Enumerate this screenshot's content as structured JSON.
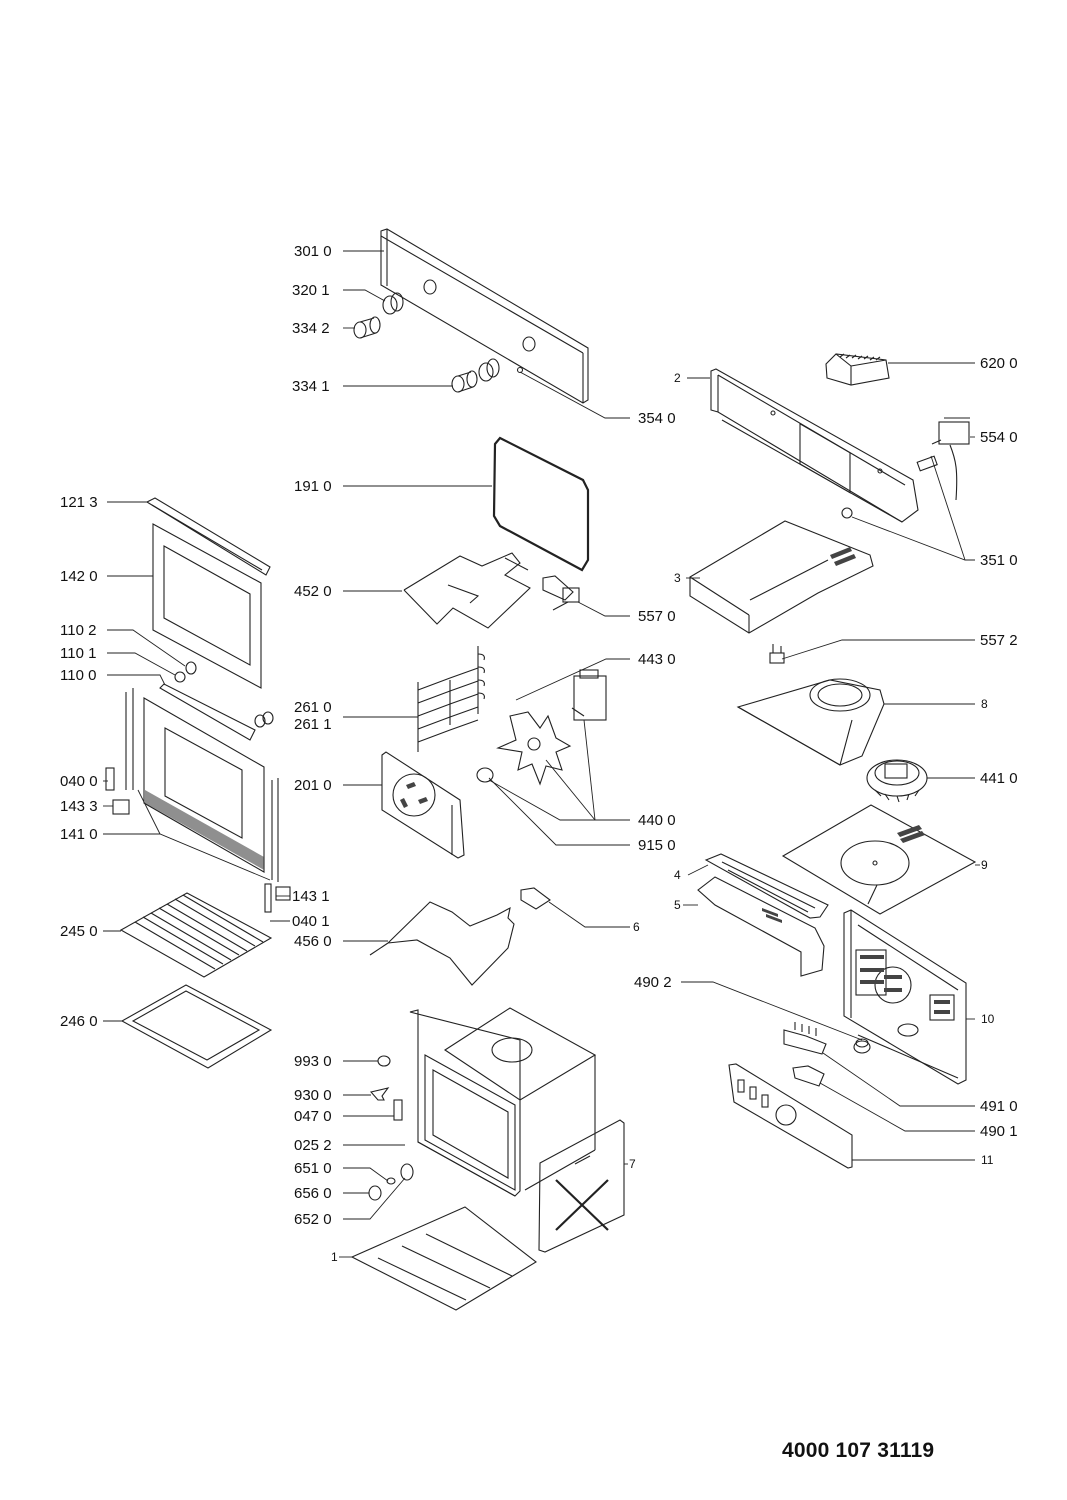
{
  "document": {
    "type": "exploded parts diagram",
    "document_number": "4000 107 31119"
  },
  "parts": [
    {
      "id": "top-panel",
      "label": "301 0"
    },
    {
      "id": "knob-bezel",
      "label": "320 1"
    },
    {
      "id": "knob-upper",
      "label": "334 2"
    },
    {
      "id": "knob-lower",
      "label": "334 1"
    },
    {
      "id": "indicator-lamp",
      "label": "354 0"
    },
    {
      "id": "control-bracket",
      "label": "2"
    },
    {
      "id": "selector-switch",
      "label": "620 0"
    },
    {
      "id": "thermostat",
      "label": "554 0"
    },
    {
      "id": "signal-lamps",
      "label": "351 0"
    },
    {
      "id": "door-gasket",
      "label": "191 0"
    },
    {
      "id": "door-top-profile",
      "label": "121 3"
    },
    {
      "id": "inner-glass",
      "label": "142 0"
    },
    {
      "id": "glass-spacer-2",
      "label": "110 2"
    },
    {
      "id": "glass-spacer-1",
      "label": "110 1"
    },
    {
      "id": "glass-spacer-0",
      "label": "110 0"
    },
    {
      "id": "grill-element",
      "label": "452 0"
    },
    {
      "id": "safety-thermostat",
      "label": "557 0"
    },
    {
      "id": "cover-plate",
      "label": "3"
    },
    {
      "id": "thermal-cutout",
      "label": "557 2"
    },
    {
      "id": "fan-motor",
      "label": "443 0"
    },
    {
      "id": "fan-housing",
      "label": "8"
    },
    {
      "id": "shelf-supports-a",
      "label": "261 0"
    },
    {
      "id": "shelf-supports-b",
      "label": "261 1"
    },
    {
      "id": "cooling-fan",
      "label": "441 0"
    },
    {
      "id": "hinge-left",
      "label": "040 0"
    },
    {
      "id": "hinge-receiver-left",
      "label": "143 3"
    },
    {
      "id": "outer-door-glass",
      "label": "141 0"
    },
    {
      "id": "rear-fan-cover",
      "label": "201 0"
    },
    {
      "id": "fan-blade",
      "label": "440 0"
    },
    {
      "id": "fan-nut",
      "label": "915 0"
    },
    {
      "id": "top-plate",
      "label": "9"
    },
    {
      "id": "deflector",
      "label": "4"
    },
    {
      "id": "deflector-bracket",
      "label": "5"
    },
    {
      "id": "hinge-receiver-right",
      "label": "143 1"
    },
    {
      "id": "hinge-right",
      "label": "040 1"
    },
    {
      "id": "wire-shelf",
      "label": "245 0"
    },
    {
      "id": "bottom-element",
      "label": "456 0"
    },
    {
      "id": "element-bracket",
      "label": "6"
    },
    {
      "id": "baking-tray",
      "label": "246 0"
    },
    {
      "id": "rear-panel",
      "label": "10"
    },
    {
      "id": "knob-control",
      "label": "490 2"
    },
    {
      "id": "oven-cavity",
      "label": "025 2"
    },
    {
      "id": "clip",
      "label": "993 0"
    },
    {
      "id": "lamp-holder-clip",
      "label": "930 0"
    },
    {
      "id": "door-switch",
      "label": "047 0"
    },
    {
      "id": "lamp-bulb",
      "label": "651 0"
    },
    {
      "id": "lamp-cover",
      "label": "656 0"
    },
    {
      "id": "lamp-socket",
      "label": "652 0"
    },
    {
      "id": "side-panel",
      "label": "7"
    },
    {
      "id": "bottom-panel",
      "label": "1"
    },
    {
      "id": "terminal-block",
      "label": "491 0"
    },
    {
      "id": "connector",
      "label": "490 1"
    },
    {
      "id": "control-board-panel",
      "label": "11"
    }
  ]
}
